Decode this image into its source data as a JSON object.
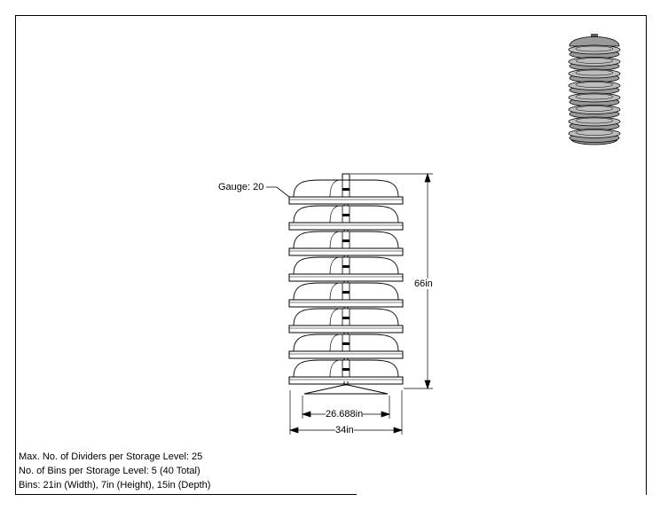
{
  "drawing": {
    "gauge_label": "Gauge: 20",
    "height_label": "66in",
    "inner_width_label": "26.688in",
    "outer_width_label": "34in",
    "storage_levels": 8
  },
  "notes": {
    "line1": "Max. No. of Dividers per Storage Level: 25",
    "line2": "No. of Bins per Storage Level: 5 (40 Total)",
    "line3": "Bins: 21in (Width), 7in (Height), 15in (Depth)"
  },
  "colors": {
    "line": "#000000",
    "thumb_fill": "#9a9a9a",
    "thumb_dark": "#5a5a5a"
  }
}
